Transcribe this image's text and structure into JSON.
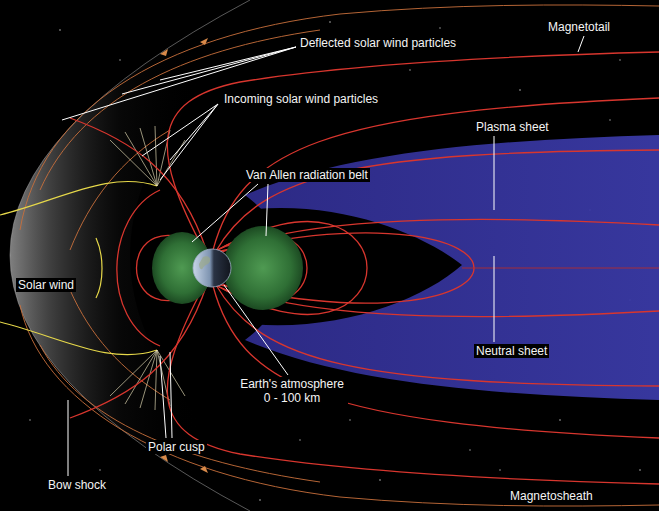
{
  "diagram": {
    "labels": [
      "Magnetotail",
      "Deflected solar wind particles",
      "Incoming solar wind particles",
      "Plasma sheet",
      "Van Allen radiation belt",
      "Solar wind",
      "Neutral sheet",
      "Earth's atmosphere 0 - 100 km",
      "Polar cusp",
      "Bow shock",
      "Magnetosheath"
    ]
  }
}
